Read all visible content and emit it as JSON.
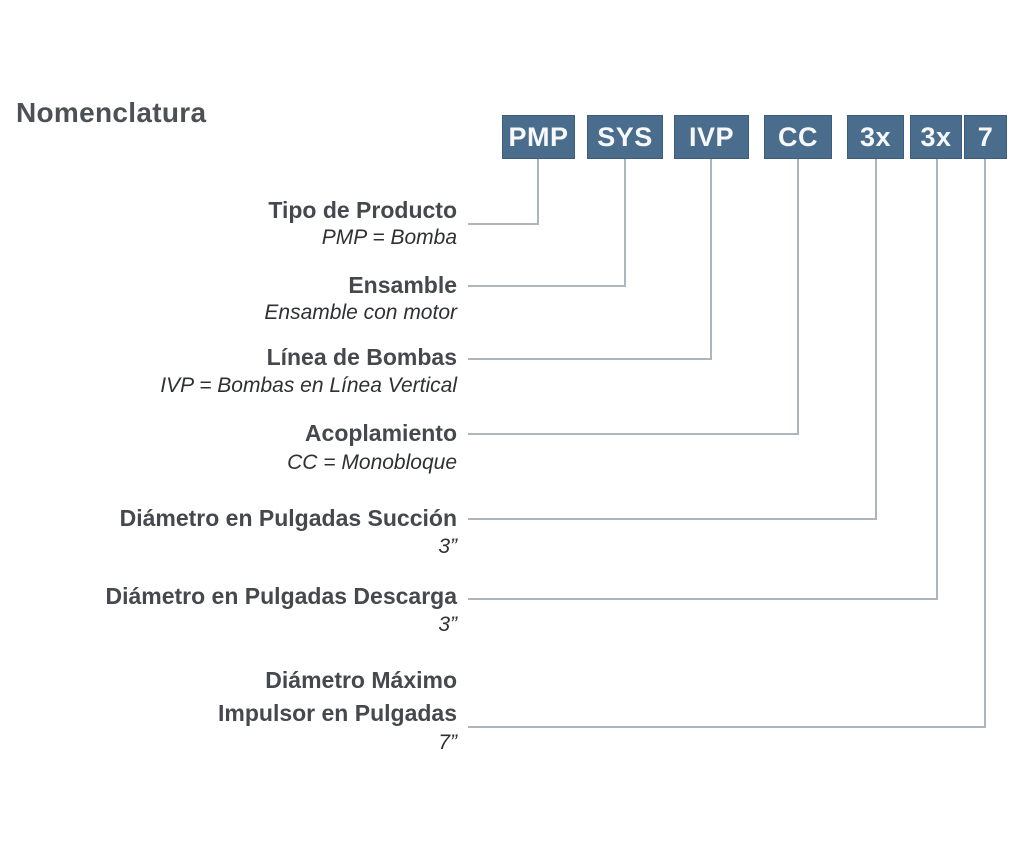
{
  "title": "Nomenclatura",
  "code_segments": [
    {
      "code": "PMP"
    },
    {
      "code": "SYS"
    },
    {
      "code": "IVP"
    },
    {
      "code": "CC"
    },
    {
      "code": "3x"
    },
    {
      "code": "3x"
    },
    {
      "code": "7"
    }
  ],
  "rows": [
    {
      "label": "Tipo de Producto",
      "sublabel": "PMP = Bomba"
    },
    {
      "label": "Ensamble",
      "sublabel": "Ensamble con motor"
    },
    {
      "label": "Línea de Bombas",
      "sublabel": "IVP = Bombas en Línea Vertical"
    },
    {
      "label": "Acoplamiento",
      "sublabel": "CC = Monobloque"
    },
    {
      "label": "Diámetro en Pulgadas Succión",
      "sublabel": "3”"
    },
    {
      "label": "Diámetro en Pulgadas Descarga",
      "sublabel": "3”"
    },
    {
      "label_line1": "Diámetro Máximo",
      "label_line2": "Impulsor en Pulgadas",
      "sublabel": "7”"
    }
  ],
  "colors": {
    "box_fill": "#4a6d8d",
    "box_border": "#3d5d7a",
    "box_text": "#f6f8f9",
    "connector_line": "#aeb6bd",
    "label_text": "#45484c",
    "sublabel_text": "#2e3033",
    "title_text": "#4d5055",
    "background": "#ffffff"
  }
}
